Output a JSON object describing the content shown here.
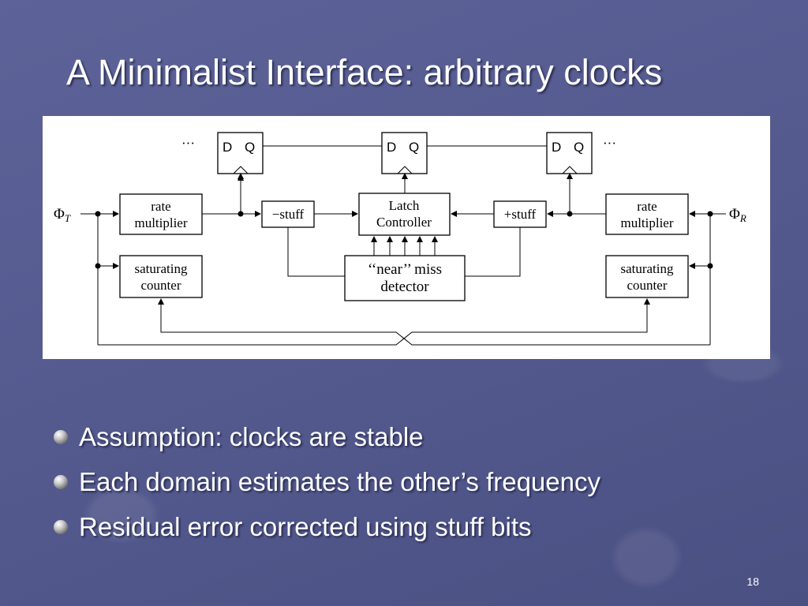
{
  "slide": {
    "title": "A Minimalist Interface: arbitrary clocks",
    "number": "18"
  },
  "diagram": {
    "flip_flop_label_d": "D",
    "flip_flop_label_q": "Q",
    "ellipsis": "···",
    "phi_t": "Φ",
    "phi_t_sub": "T",
    "phi_r": "Φ",
    "phi_r_sub": "R",
    "left_rate_multiplier": [
      "rate",
      "multiplier"
    ],
    "right_rate_multiplier": [
      "rate",
      "multiplier"
    ],
    "left_saturating_counter": [
      "saturating",
      "counter"
    ],
    "right_saturating_counter": [
      "saturating",
      "counter"
    ],
    "minus_stuff": "−stuff",
    "plus_stuff": "+stuff",
    "latch_controller": [
      "Latch",
      "Controller"
    ],
    "near_miss_detector": [
      "‘‘near’’ miss",
      "detector"
    ]
  },
  "bullets": [
    "Assumption: clocks are stable",
    "Each domain estimates the other’s frequency",
    "Residual error corrected using stuff bits"
  ]
}
